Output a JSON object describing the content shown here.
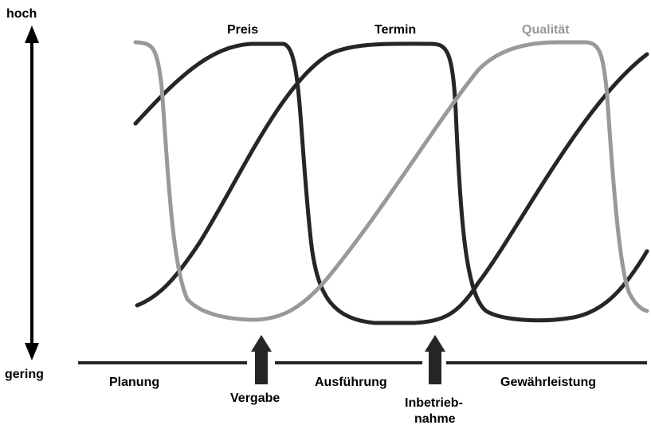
{
  "axis": {
    "top_label": "hoch",
    "bottom_label": "gering"
  },
  "curves": [
    {
      "name": "Preis",
      "color": "#262626"
    },
    {
      "name": "Termin",
      "color": "#262626"
    },
    {
      "name": "Qualität",
      "color": "#999999"
    }
  ],
  "phases": {
    "planning": "Planung",
    "execution": "Ausführung",
    "warranty": "Gewährleistung"
  },
  "milestones": {
    "award": "Vergabe",
    "commissioning_line1": "Inbetrieb-",
    "commissioning_line2": "nahme"
  },
  "colors": {
    "dark": "#262626",
    "grey": "#999999"
  }
}
